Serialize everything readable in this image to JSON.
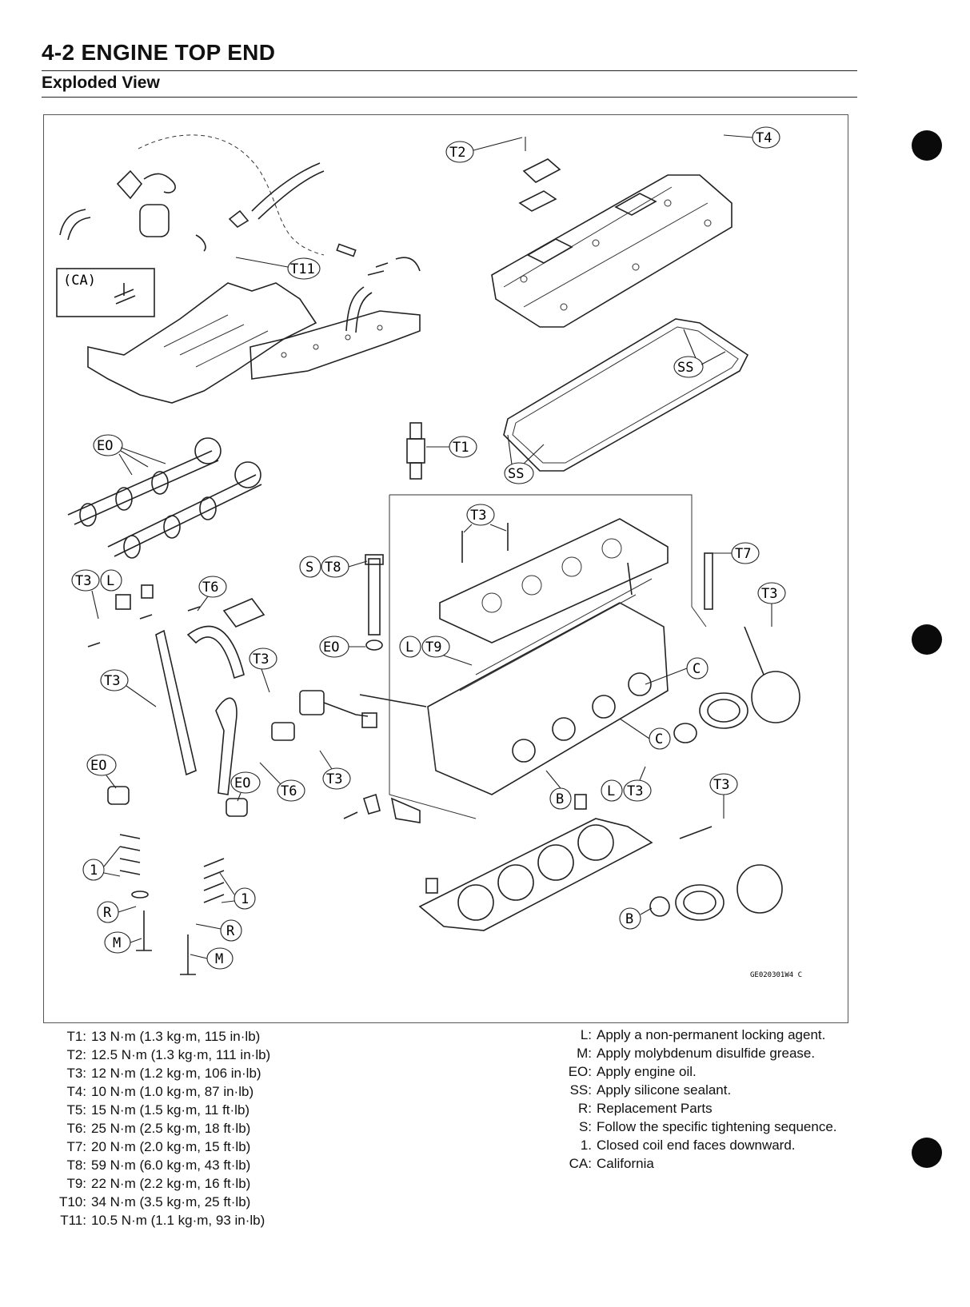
{
  "header": {
    "page_title": "4-2 ENGINE TOP END",
    "section_title": "Exploded View"
  },
  "diagram": {
    "figure_code": "GE020301W4 C",
    "callouts": {
      "t1": "T1",
      "t2": "T2",
      "t3": "T3",
      "t4": "T4",
      "t6": "T6",
      "t7": "T7",
      "t8": "T8",
      "t9": "T9",
      "t11": "T11",
      "s": "S",
      "l": "L",
      "c": "C",
      "b": "B",
      "r": "R",
      "m": "M",
      "eo": "EO",
      "ss": "SS",
      "one": "1",
      "ca": "(CA)"
    }
  },
  "torque_specs": [
    {
      "key": "T1:",
      "value": "13 N·m (1.3 kg·m, 115 in·lb)"
    },
    {
      "key": "T2:",
      "value": "12.5 N·m (1.3 kg·m, 111 in·lb)"
    },
    {
      "key": "T3:",
      "value": "12 N·m (1.2 kg·m, 106 in·lb)"
    },
    {
      "key": "T4:",
      "value": "10 N·m (1.0 kg·m, 87 in·lb)"
    },
    {
      "key": "T5:",
      "value": "15 N·m (1.5 kg·m, 11 ft·lb)"
    },
    {
      "key": "T6:",
      "value": "25 N·m (2.5 kg·m, 18 ft·lb)"
    },
    {
      "key": "T7:",
      "value": "20 N·m (2.0 kg·m, 15 ft·lb)"
    },
    {
      "key": "T8:",
      "value": "59 N·m (6.0 kg·m, 43 ft·lb)"
    },
    {
      "key": "T9:",
      "value": "22 N·m (2.2 kg·m, 16 ft·lb)"
    },
    {
      "key": "T10:",
      "value": "34 N·m (3.5 kg·m, 25 ft·lb)"
    },
    {
      "key": "T11:",
      "value": "10.5 N·m (1.1 kg·m, 93 in·lb)"
    }
  ],
  "notes": [
    {
      "key": "L:",
      "value": "Apply a non-permanent locking agent."
    },
    {
      "key": "M:",
      "value": "Apply molybdenum disulfide grease."
    },
    {
      "key": "EO:",
      "value": "Apply engine oil."
    },
    {
      "key": "SS:",
      "value": "Apply silicone sealant."
    },
    {
      "key": "R:",
      "value": "Replacement Parts"
    },
    {
      "key": "S:",
      "value": "Follow the specific tightening sequence."
    },
    {
      "key": "1.",
      "value": "Closed coil end faces downward."
    },
    {
      "key": "CA:",
      "value": "California"
    }
  ]
}
